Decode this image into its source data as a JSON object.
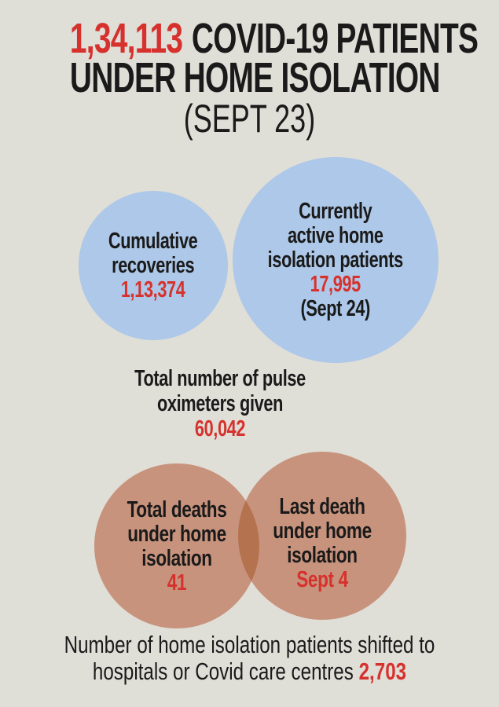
{
  "header": {
    "total": "1,34,113",
    "title_rest": "COVID-19 PATIENTS",
    "title_line2": "UNDER HOME ISOLATION",
    "date": "(SEPT 23)"
  },
  "recoveries": {
    "line1": "Cumulative",
    "line2": "recoveries",
    "value": "1,13,374"
  },
  "active": {
    "line1": "Currently",
    "line2": "active home",
    "line3": "isolation patients",
    "value": "17,995",
    "date": "(Sept 24)"
  },
  "oximeters": {
    "line1": "Total number of pulse",
    "line2": "oximeters given",
    "value": "60,042"
  },
  "total_deaths": {
    "line1": "Total deaths",
    "line2": "under home",
    "line3": "isolation",
    "value": "41"
  },
  "last_death": {
    "line1": "Last death",
    "line2": "under home",
    "line3": "isolation",
    "value": "Sept 4"
  },
  "shifted": {
    "line1": "Number of home isolation patients shifted to",
    "line2": "hospitals or Covid care centres",
    "value": "2,703"
  },
  "colors": {
    "background": "#dfded7",
    "text_black": "#1a1a1a",
    "accent_red": "#d7312d",
    "bubble_blue": "#adc8e8",
    "bubble_brown": "#c8937d",
    "bubble_overlap": "#b5724f"
  },
  "chart_data": {
    "type": "bubble",
    "title": "1,34,113 COVID-19 PATIENTS UNDER HOME ISOLATION (SEPT 23)",
    "legend_position": "none",
    "items": [
      {
        "label": "Cumulative recoveries",
        "value": "1,13,374",
        "value_numeric": 113374,
        "bubble_color": "#adc8e8"
      },
      {
        "label": "Currently active home isolation patients (Sept 24)",
        "value": "17,995",
        "value_numeric": 17995,
        "bubble_color": "#adc8e8"
      },
      {
        "label": "Total number of pulse oximeters given",
        "value": "60,042",
        "value_numeric": 60042,
        "bubble_color": "none"
      },
      {
        "label": "Total deaths under home isolation",
        "value": "41",
        "value_numeric": 41,
        "bubble_color": "#c8937d"
      },
      {
        "label": "Last death under home isolation",
        "value": "Sept 4",
        "value_numeric": null,
        "bubble_color": "#c8937d"
      },
      {
        "label": "Number of home isolation patients shifted to hospitals or Covid care centres",
        "value": "2,703",
        "value_numeric": 2703,
        "bubble_color": "none"
      }
    ]
  }
}
